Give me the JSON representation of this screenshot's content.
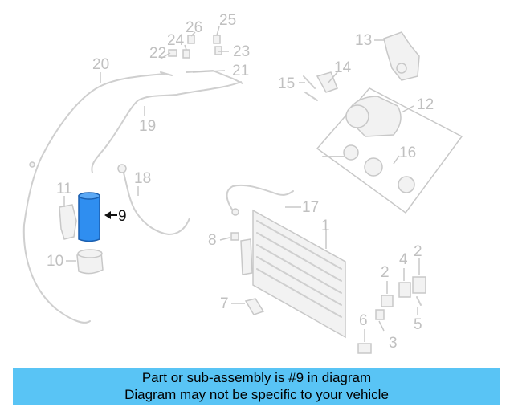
{
  "callouts": {
    "n1": "1",
    "n2a": "2",
    "n2b": "2",
    "n3": "3",
    "n4": "4",
    "n5": "5",
    "n6": "6",
    "n7": "7",
    "n8": "8",
    "n9": "9",
    "n10": "10",
    "n11": "11",
    "n12": "12",
    "n13": "13",
    "n14": "14",
    "n15": "15",
    "n16": "16",
    "n17": "17",
    "n18": "18",
    "n19": "19",
    "n20": "20",
    "n21": "21",
    "n22": "22",
    "n23": "23",
    "n24": "24",
    "n25": "25",
    "n26": "26"
  },
  "highlight": {
    "part": "9",
    "color": "#2f8ef0"
  },
  "caption": {
    "line1": "Part or sub-assembly is #9 in diagram",
    "line2": "Diagram may not be specific to your vehicle",
    "background": "#59c4f5"
  }
}
